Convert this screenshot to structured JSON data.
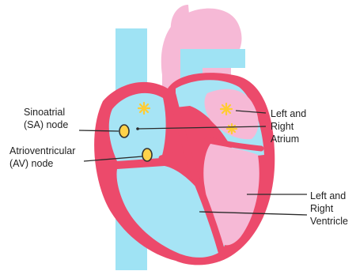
{
  "labels": {
    "sa_node": {
      "line1": "Sinoatrial",
      "line2": "(SA) node"
    },
    "av_node": {
      "line1": "Atrioventricular",
      "line2": "(AV) node"
    },
    "atrium": {
      "line1": "Left and",
      "line2": "Right",
      "line3": "Atrium"
    },
    "ventricle": {
      "line1": "Left and",
      "line2": "Right",
      "line3": "Ventricle"
    }
  },
  "colors": {
    "vessel_blue": "#9fe3f4",
    "chamber_blue": "#a6e4f5",
    "pink": "#f6b9d6",
    "wall_red": "#ec4a6b",
    "node_yellow": "#ffd24a",
    "spark_yellow": "#ffcc33",
    "leader_line": "#2a2a2a"
  }
}
